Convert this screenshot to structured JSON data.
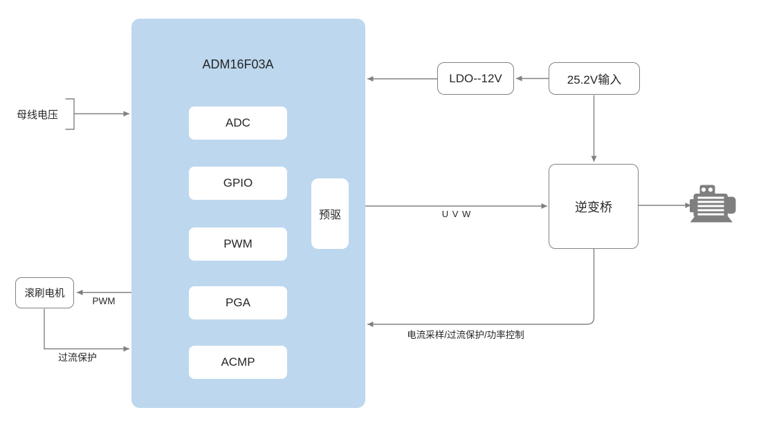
{
  "colors": {
    "background": "#FFFFFF",
    "chip-fill": "#BDD7EE",
    "module-fill": "#FFFFFF",
    "box-border": "#808080",
    "wire": "#808080",
    "motor": "#7F7F7F",
    "text": "#262626"
  },
  "chip": {
    "title": "ADM16F03A",
    "modules": [
      {
        "label": "ADC"
      },
      {
        "label": "GPIO"
      },
      {
        "label": "PWM"
      },
      {
        "label": "PGA"
      },
      {
        "label": "ACMP"
      }
    ],
    "predriver": "预驱"
  },
  "nodes": {
    "ldo": "LDO--12V",
    "power_input": "25.2V输入",
    "inverter": "逆变桥",
    "brush_motor": "滚刷电机"
  },
  "labels": {
    "bus_voltage": "母线电压",
    "pwm": "PWM",
    "overcurrent": "过流保护",
    "uvw": "U V W",
    "feedback": "电流采样/过流保护/功率控制"
  },
  "icons": {
    "motor": "motor-icon"
  }
}
